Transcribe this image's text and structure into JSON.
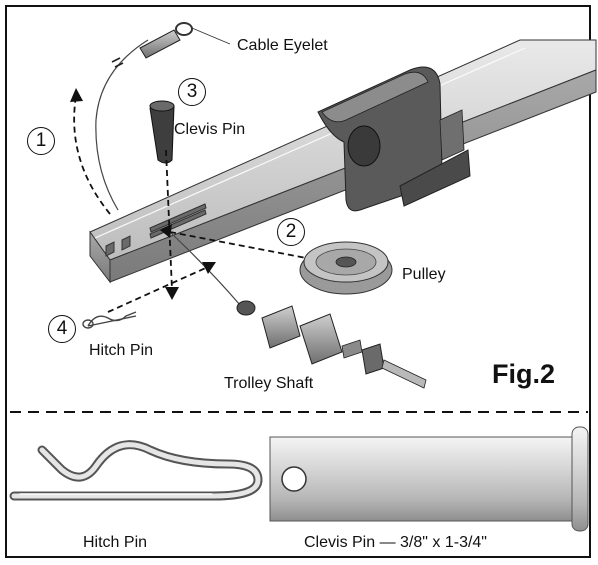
{
  "labels": {
    "cable_eyelet": "Cable Eyelet",
    "clevis_pin": "Clevis Pin",
    "pulley": "Pulley",
    "hitch_pin": "Hitch Pin",
    "trolley_shaft": "Trolley Shaft"
  },
  "steps": [
    "1",
    "2",
    "3",
    "4"
  ],
  "figure_label": "Fig.2",
  "detail": {
    "hitch_pin_label": "Hitch Pin",
    "clevis_pin_label": "Clevis Pin — 3/8\" x 1-3/4\""
  }
}
